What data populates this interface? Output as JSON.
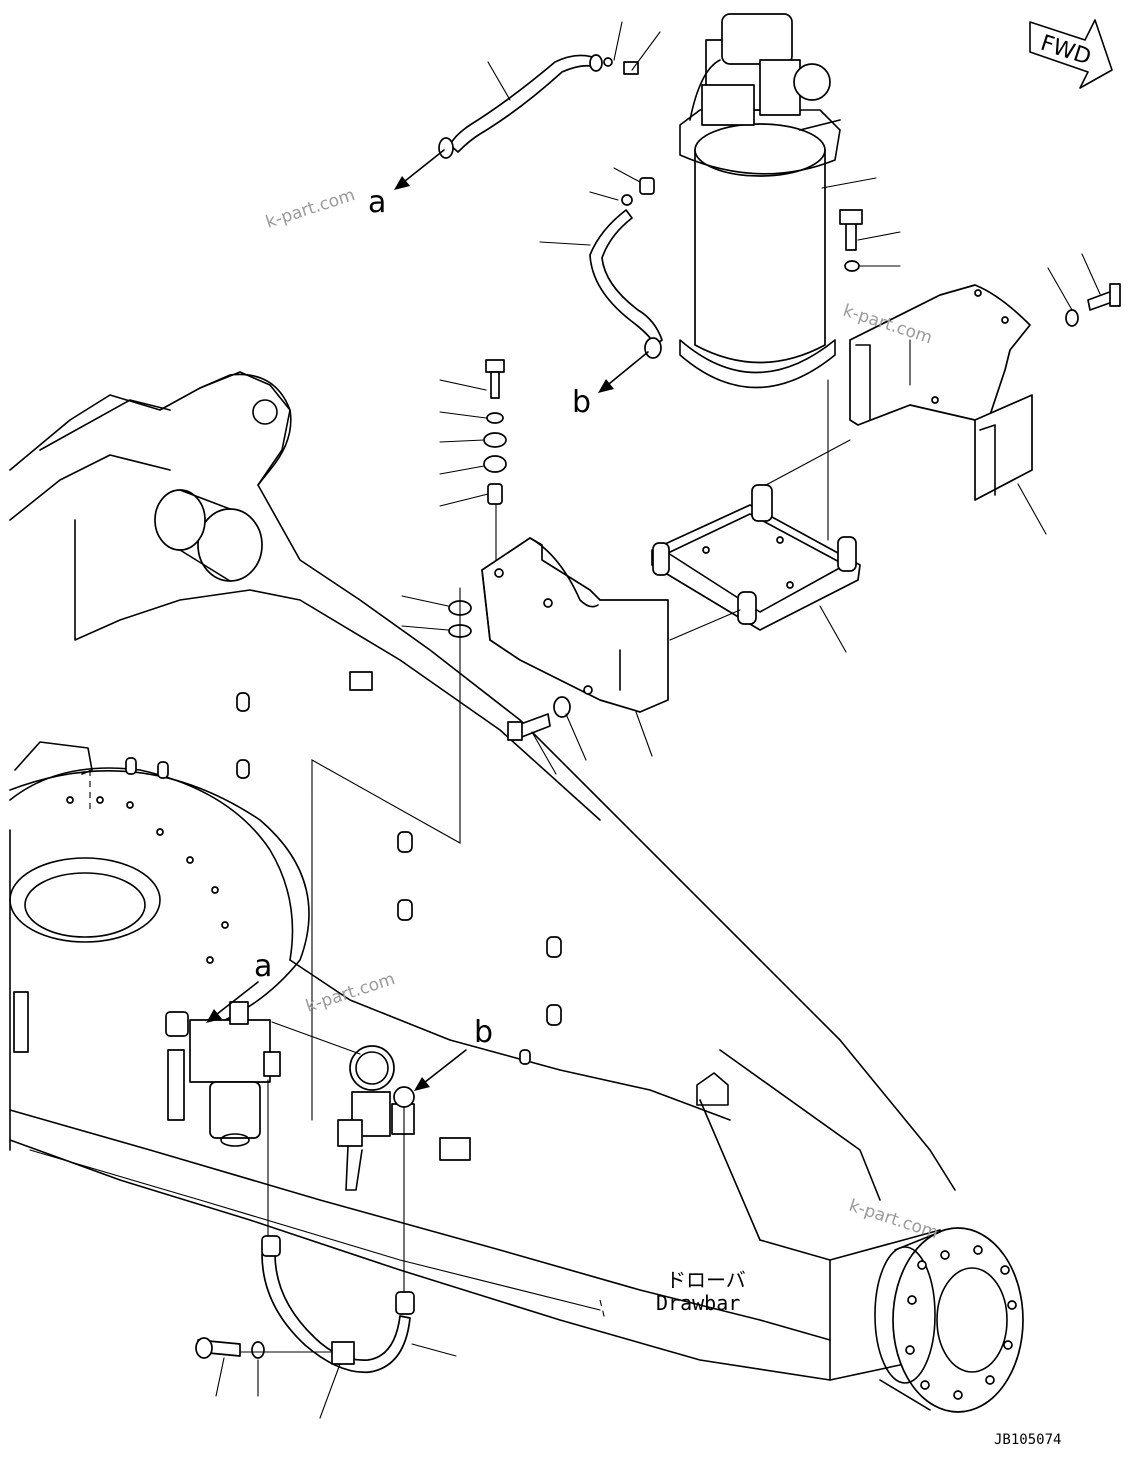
{
  "reference_labels": {
    "a": "a",
    "b": "b"
  },
  "fwd_label": "FWD",
  "drawbar_jp": "ドローバ",
  "drawbar_en": "Drawbar",
  "drawing_number": "JB105074",
  "watermark": "k-part.com"
}
